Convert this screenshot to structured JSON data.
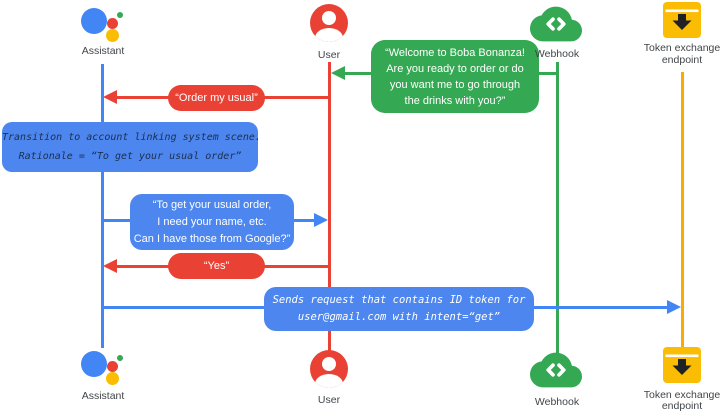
{
  "actors": {
    "assistant": {
      "label": "Assistant",
      "icon": "google-assistant-logo",
      "color": "#4285F4"
    },
    "user": {
      "label": "User",
      "icon": "account-circle-icon",
      "color": "#E94235"
    },
    "webhook": {
      "label": "Webhook",
      "icon": "cloud-code-icon",
      "color": "#34A853"
    },
    "token_endpoint": {
      "label_line1": "Token exchange",
      "label_line2": "endpoint",
      "icon": "archive-download-icon",
      "color": "#F9AB00"
    }
  },
  "messages": {
    "welcome": {
      "from": "webhook",
      "to": "user",
      "color": "#34A853",
      "lines": [
        "“Welcome to Boba Bonanza!",
        "Are you ready to order or do",
        "you want me to go through",
        "the drinks with you?”"
      ]
    },
    "order_my_usual": {
      "from": "user",
      "to": "assistant",
      "color": "#E94235",
      "text": "“Order my usual”"
    },
    "transition_note": {
      "actor": "assistant",
      "color": "#4C86EE",
      "lines": [
        "Transition to account linking system scene.",
        "Rationale = “To get your usual order”"
      ]
    },
    "ask_permission": {
      "from": "assistant",
      "to": "user",
      "color": "#4C86EE",
      "lines": [
        "“To get your usual order,",
        "I need your name, etc.",
        "Can I have those from Google?”"
      ]
    },
    "yes": {
      "from": "user",
      "to": "assistant",
      "color": "#E94235",
      "text": "“Yes”"
    },
    "sends_request": {
      "from": "assistant",
      "to": "token_endpoint",
      "color": "#4C86EE",
      "lines": [
        "Sends request that contains ID token for",
        "user@gmail.com with intent=“get”"
      ]
    }
  },
  "colors": {
    "assistant_blue": "#4285F4",
    "user_red": "#E94235",
    "webhook_green": "#34A853",
    "token_yellow": "#F9AB00",
    "bubble_blue": "#4C86EE",
    "note_text": "#1D2F4E",
    "label_text": "#414549"
  }
}
